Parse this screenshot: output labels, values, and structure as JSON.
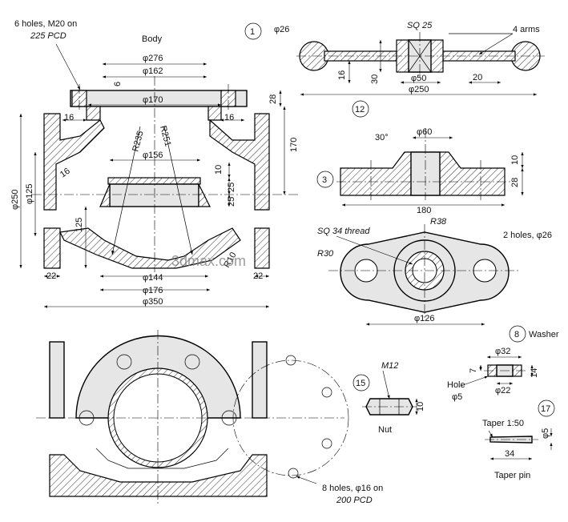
{
  "labels": {
    "body_title": "Body",
    "holes6_line1": "6 holes, M20 on",
    "holes6_line2": "225 PCD",
    "d276": "φ276",
    "d162": "φ162",
    "d170": "φ170",
    "d156": "φ156",
    "d144": "φ144",
    "d176": "φ176",
    "d350": "φ350",
    "d250": "φ250",
    "d125": "φ125",
    "r235": "R235",
    "r251": "R251",
    "r10": "R10",
    "n6": "6",
    "n28": "28",
    "n16a": "16",
    "n16b": "16",
    "n16c": "16",
    "n170": "170",
    "n10": "10",
    "n25a": "25",
    "n25b": "25",
    "n125": "125",
    "n22a": "22",
    "n22b": "22",
    "balloon1": "1",
    "d26": "φ26",
    "sq25": "SQ 25",
    "arms4": "4 arms",
    "n16d": "16",
    "n30": "30",
    "d50": "φ50",
    "n20": "20",
    "d250b": "φ250",
    "balloon12": "12",
    "angle30": "30°",
    "d60": "φ60",
    "n10b": "10",
    "n28b": "28",
    "n180": "180",
    "balloon3": "3",
    "sq34": "SQ 34 thread",
    "r38": "R38",
    "holes2": "2 holes, φ26",
    "r30": "R30",
    "d126": "φ126",
    "balloon8": "8",
    "washer": "Washer",
    "d32": "φ32",
    "n7": "7",
    "n14": "14",
    "hole": "Hole",
    "d5": "φ5",
    "d22": "φ22",
    "balloon15": "15",
    "m12": "M12",
    "n10c": "10",
    "nut": "Nut",
    "balloon17": "17",
    "taper": "Taper 1:50",
    "d5b": "φ5",
    "n34": "34",
    "taper_pin": "Taper pin",
    "holes8_line1": "8 holes, φ16 on",
    "holes8_line2": "200 PCD",
    "watermark": "3dmax.com"
  },
  "colors": {
    "body_fill": "#e6e6e6",
    "hatch": "#000000"
  }
}
